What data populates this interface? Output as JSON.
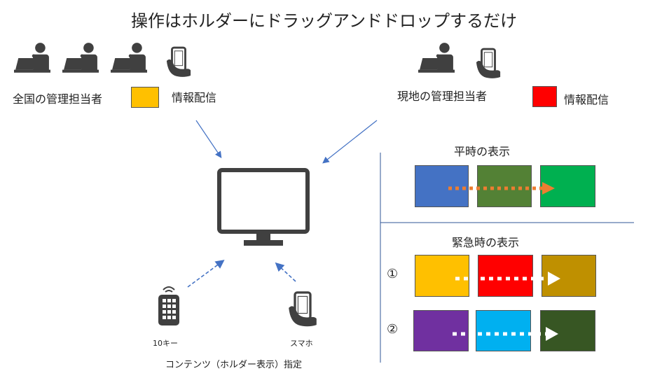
{
  "title": "操作はホルダーにドラッグアンドドロップするだけ",
  "left_group": {
    "label": "全国の管理担当者",
    "swatch_color": "#ffc000",
    "info_label": "情報配信"
  },
  "right_group": {
    "label": "現地の管理担当者",
    "swatch_color": "#ff0000",
    "info_label": "情報配信"
  },
  "devices": {
    "remote_label": "10キー",
    "phone_label": "スマホ"
  },
  "bottom_caption": "コンテンツ（ホルダー表示）指定",
  "normal": {
    "title": "平時の表示",
    "colors": [
      "#4472c4",
      "#538135",
      "#00b050"
    ],
    "arrow_color": "#ed7d31"
  },
  "emergency": {
    "title": "緊急時の表示",
    "rows": [
      {
        "marker": "①",
        "colors": [
          "#ffc000",
          "#ff0000",
          "#bf9000"
        ]
      },
      {
        "marker": "②",
        "colors": [
          "#7030a0",
          "#00b0f0",
          "#375623"
        ]
      }
    ],
    "arrow_color": "#ffffff"
  },
  "icons": {
    "presenter": "presenter-at-laptop-icon",
    "mobile": "hand-holding-phone-icon",
    "monitor": "monitor-icon",
    "remote": "remote-keypad-icon"
  }
}
